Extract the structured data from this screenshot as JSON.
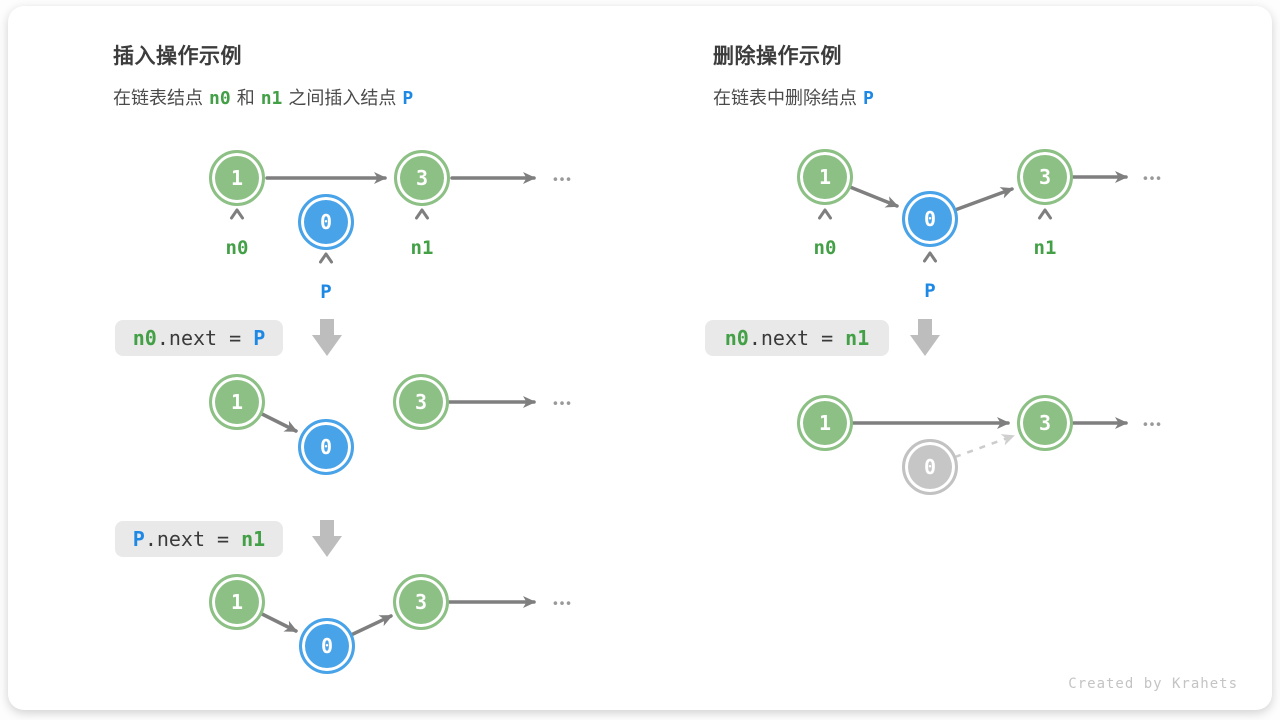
{
  "watermark": "Created by Krahets",
  "insert": {
    "title": "插入操作示例",
    "subtitle": {
      "t1": "在链表结点",
      "n0": "n0",
      "t2": "和",
      "n1": "n1",
      "t3": "之间插入结点",
      "p": "P"
    },
    "row1": {
      "node1": "1",
      "node3": "3",
      "nodeP": "0",
      "label_n0": "n0",
      "label_n1": "n1",
      "label_p": "P",
      "dots": "•••"
    },
    "code1": {
      "lhs": "n0",
      "mid": ".next = ",
      "rhs": "P"
    },
    "row2": {
      "node1": "1",
      "nodeP": "0",
      "node3": "3",
      "dots": "•••"
    },
    "code2": {
      "lhs": "P",
      "mid": ".next = ",
      "rhs": "n1"
    },
    "row3": {
      "node1": "1",
      "nodeP": "0",
      "node3": "3",
      "dots": "•••"
    }
  },
  "delete": {
    "title": "删除操作示例",
    "subtitle": {
      "t1": "在链表中删除结点",
      "p": "P"
    },
    "row1": {
      "node1": "1",
      "nodeP": "0",
      "node3": "3",
      "label_n0": "n0",
      "label_n1": "n1",
      "label_p": "P",
      "dots": "•••"
    },
    "code1": {
      "lhs": "n0",
      "mid": ".next = ",
      "rhs": "n1"
    },
    "row2": {
      "node1": "1",
      "nodeP": "0",
      "node3": "3",
      "dots": "•••"
    }
  }
}
